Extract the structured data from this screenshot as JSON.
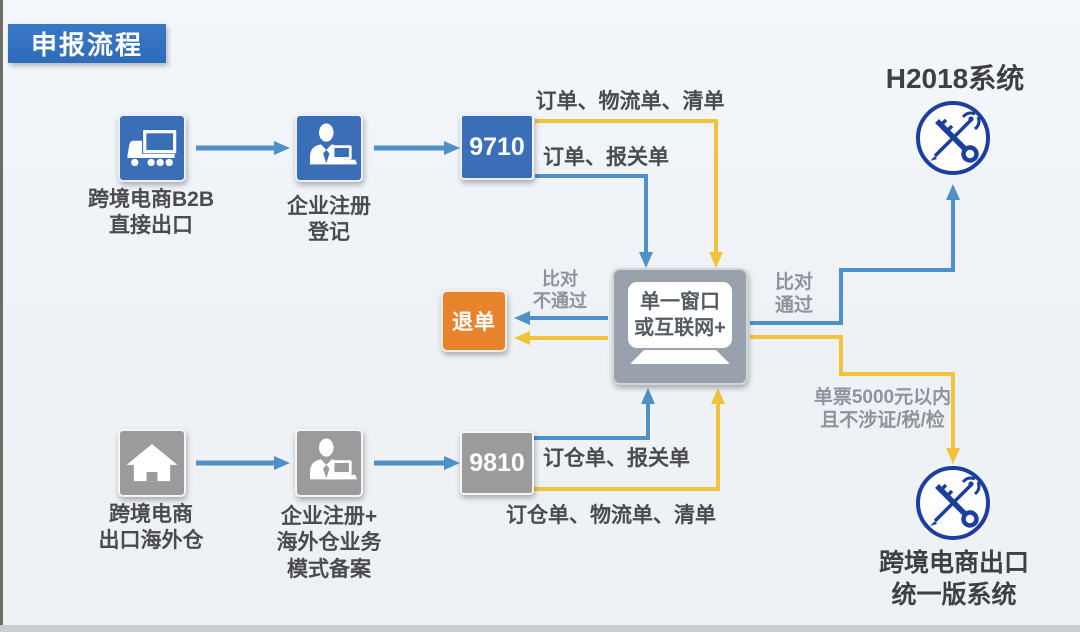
{
  "banner": {
    "label": "申报流程"
  },
  "top_flow": {
    "truck_label": [
      "跨境电商B2B",
      "直接出口"
    ],
    "register_label": [
      "企业注册",
      "登记"
    ],
    "code": "9710",
    "edge_top": "订单、物流单、清单",
    "edge_bottom": "订单、报关单"
  },
  "bottom_flow": {
    "warehouse_label": [
      "跨境电商",
      "出口海外仓"
    ],
    "register_label": [
      "企业注册+",
      "海外仓业务",
      "模式备案"
    ],
    "code": "9810",
    "edge_top": "订仓单、报关单",
    "edge_bottom": "订仓单、物流单、清单"
  },
  "center": {
    "window_label": [
      "单一窗口",
      "或互联网+"
    ],
    "return_label": "退单",
    "compare_fail": [
      "比对",
      "不通过"
    ],
    "compare_pass": [
      "比对",
      "通过"
    ],
    "condition": [
      "单票5000元以内",
      "且不涉证/税/检"
    ]
  },
  "systems": {
    "h2018": "H2018系统",
    "unified": [
      "跨境电商出口",
      "统一版系统"
    ]
  },
  "colors": {
    "banner_blue": "#2e6bbb",
    "box_blue": "#3a6fb8",
    "box_gray": "#9b9b9b",
    "center_gray": "#99a2ac",
    "box_orange": "#e8832d",
    "arrow_blue": "#4f90c9",
    "arrow_yellow": "#f2c23a",
    "label_dark": "#4a4b4e",
    "label_gray": "#8d949c",
    "emblem_navy": "#1c3f9e"
  }
}
